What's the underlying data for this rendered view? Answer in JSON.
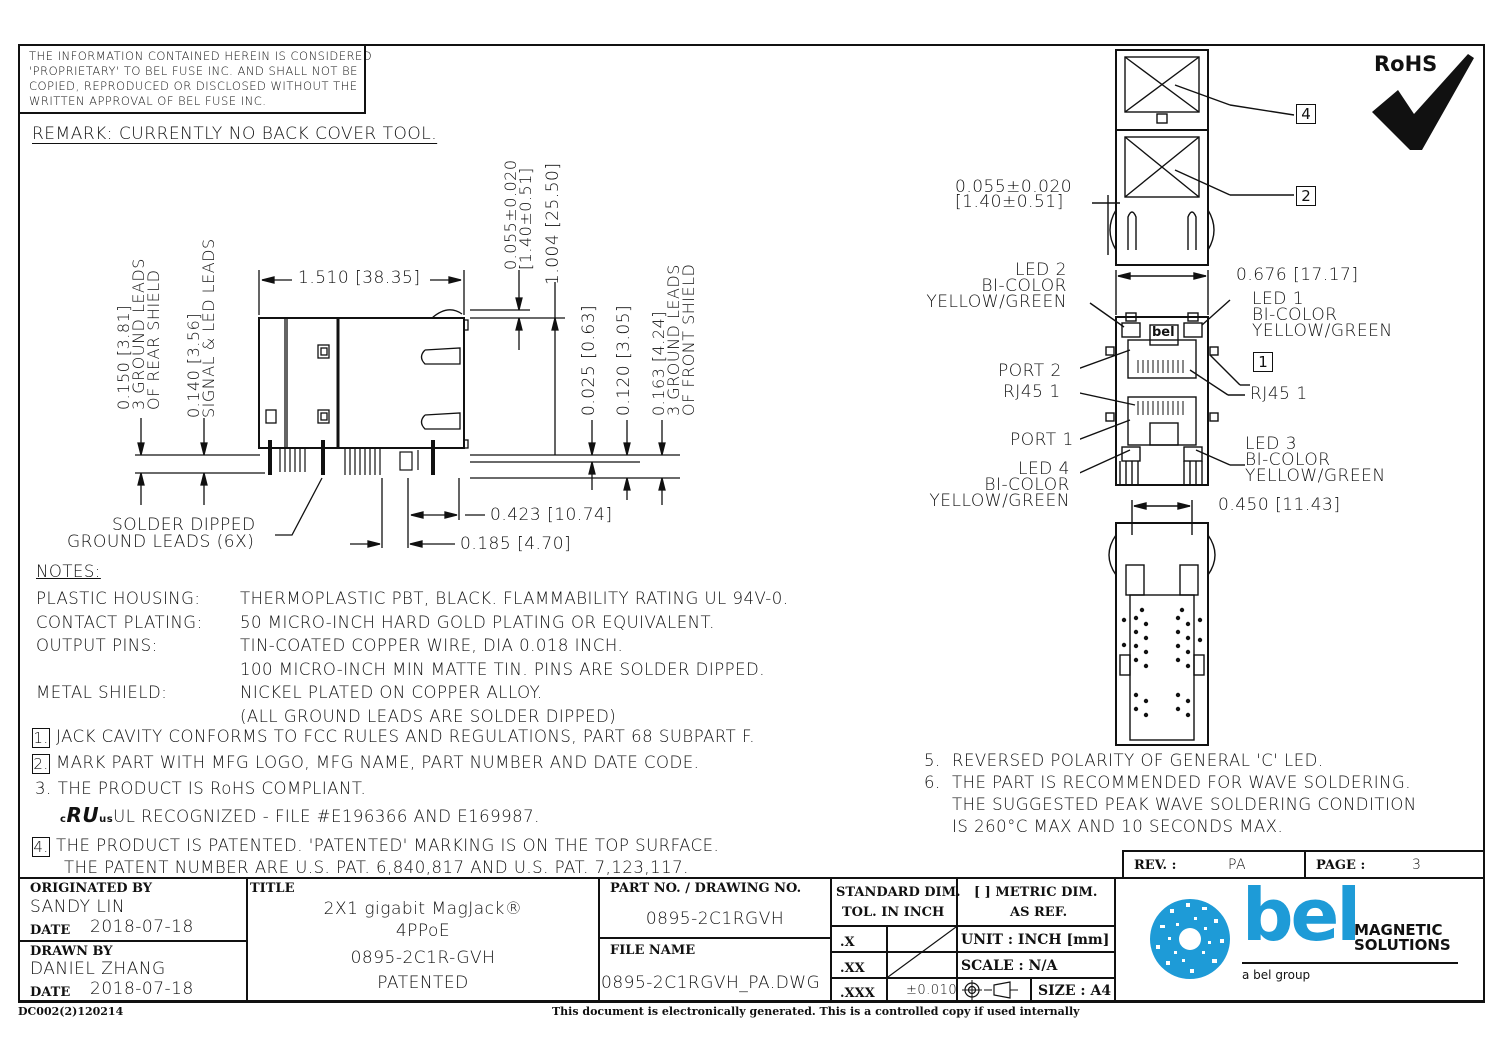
{
  "header": {
    "proprietary_notice": [
      "THE INFORMATION CONTAINED HEREIN IS CONSIDERED",
      "'PROPRIETARY' TO BEL FUSE INC. AND SHALL NOT BE",
      "COPIED, REPRODUCED OR DISCLOSED WITHOUT THE",
      "WRITTEN APPROVAL OF BEL FUSE INC."
    ],
    "remark": "REMARK: CURRENTLY NO BACK COVER TOOL.",
    "rohs_label": "RoHS"
  },
  "side_view": {
    "dims": {
      "length": "1.510 [38.35]",
      "shield_gap_1": "0.055±0.020",
      "shield_gap_2": "[1.40±0.51]",
      "height": "1.004 [25.50]",
      "rear_ground_1": "0.150 [3.81]",
      "rear_ground_2": "3 GROUND LEADS",
      "rear_ground_3": "OF REAR SHIELD",
      "signal_1": "0.140 [3.56]",
      "signal_2": "SIGNAL & LED LEADS",
      "standoff": "0.025 [0.63]",
      "pin_len": "0.120 [3.05]",
      "front_ground_1": "0.163 [4.24]",
      "front_ground_2": "3 GROUND LEADS",
      "front_ground_3": "OF FRONT SHIELD",
      "offset_a": "0.423 [10.74]",
      "offset_b": "0.185 [4.70]"
    },
    "solder_label_1": "SOLDER DIPPED",
    "solder_label_2": "GROUND LEADS (6X)"
  },
  "front_view": {
    "callouts": {
      "c4": "4",
      "c2": "2",
      "c1": "1"
    },
    "dims": {
      "gap_1": "0.055±0.020",
      "gap_2": "[1.40±0.51]",
      "width": "0.676 [17.17]",
      "pin_pitch": "0.450 [11.43]"
    },
    "labels": {
      "led2_1": "LED 2",
      "led2_2": "BI-COLOR",
      "led2_3": "YELLOW/GREEN",
      "led1_1": "LED 1",
      "led1_2": "BI-COLOR",
      "led1_3": "YELLOW/GREEN",
      "port2": "PORT 2",
      "rj45_left": "RJ45 1",
      "rj45_right": "RJ45 1",
      "port1": "PORT 1",
      "led3_1": "LED 3",
      "led3_2": "BI-COLOR",
      "led3_3": "YELLOW/GREEN",
      "led4_1": "LED 4",
      "led4_2": "BI-COLOR",
      "led4_3": "YELLOW/GREEN",
      "logo": "bel"
    }
  },
  "notes": {
    "heading": "NOTES:",
    "materials": [
      {
        "label": "PLASTIC HOUSING:",
        "value": "THERMOPLASTIC PBT, BLACK. FLAMMABILITY RATING UL 94V-0."
      },
      {
        "label": "CONTACT PLATING:",
        "value": "50 MICRO-INCH HARD GOLD PLATING OR EQUIVALENT."
      },
      {
        "label": "OUTPUT PINS:",
        "value": "TIN-COATED COPPER WIRE, DIA 0.018 INCH."
      },
      {
        "label": "",
        "value": "100 MICRO-INCH MIN MATTE TIN. PINS ARE SOLDER DIPPED."
      },
      {
        "label": "METAL SHIELD:",
        "value": "NICKEL PLATED ON COPPER ALLOY."
      },
      {
        "label": "",
        "value": "(ALL GROUND LEADS ARE SOLDER DIPPED)"
      }
    ],
    "items": [
      {
        "num": "1.",
        "boxed": true,
        "text": "JACK CAVITY CONFORMS TO FCC RULES AND REGULATIONS, PART 68 SUBPART F."
      },
      {
        "num": "2.",
        "boxed": true,
        "text": "MARK PART WITH MFG LOGO, MFG NAME, PART NUMBER AND DATE CODE."
      },
      {
        "num": "3.",
        "boxed": false,
        "text": "THE PRODUCT IS RoHS COMPLIANT."
      },
      {
        "num": "",
        "boxed": false,
        "text": "UL RECOGNIZED - FILE #E196366 AND E169987."
      },
      {
        "num": "4.",
        "boxed": true,
        "text": "THE PRODUCT IS PATENTED. 'PATENTED' MARKING IS ON THE TOP SURFACE."
      },
      {
        "num": "",
        "boxed": false,
        "text": "THE PATENT NUMBER ARE U.S. PAT. 6,840,817 AND U.S. PAT. 7,123,117."
      }
    ],
    "ul_mark": {
      "c": "c",
      "ru": "RU",
      "us": "us"
    },
    "right_items": [
      {
        "num": "5.",
        "text": "REVERSED POLARITY OF GENERAL 'C' LED."
      },
      {
        "num": "6.",
        "text": "THE PART IS RECOMMENDED FOR WAVE SOLDERING."
      },
      {
        "num": "",
        "text": "THE SUGGESTED PEAK WAVE SOLDERING CONDITION"
      },
      {
        "num": "",
        "text": "IS 260°C MAX AND 10 SECONDS MAX."
      }
    ]
  },
  "title_block": {
    "originated_by_label": "ORIGINATED BY",
    "originated_by": "SANDY LIN",
    "date_label": "DATE",
    "originated_date": "2018-07-18",
    "drawn_by_label": "DRAWN BY",
    "drawn_by": "DANIEL ZHANG",
    "drawn_date": "2018-07-18",
    "title_label": "TITLE",
    "title_line1": "2X1 gigabit MagJack®",
    "title_line2": "4PPoE",
    "title_line3": "0895-2C1R-GVH",
    "title_line4": "PATENTED",
    "part_no_label": "PART NO. / DRAWING NO.",
    "part_no": "0895-2C1RGVH",
    "file_name_label": "FILE NAME",
    "file_name": "0895-2C1RGVH_PA.DWG",
    "std_dim_label_1": "STANDARD DIM.",
    "std_dim_label_2": "TOL. IN INCH",
    "tol_x": ".X",
    "tol_xx": ".XX",
    "tol_xxx": ".XXX",
    "tol_xxx_val": "±0.010",
    "metric_label_1": "[ ] METRIC DIM.",
    "metric_label_2": "AS REF.",
    "unit": "UNIT : INCH [mm]",
    "scale": "SCALE : N/A",
    "size": "SIZE : A4",
    "rev_label": "REV. :",
    "rev": "PA",
    "page_label": "PAGE :",
    "page": "3",
    "brand": {
      "logo_text": "bel",
      "line1": "MAGNETIC",
      "line2": "SOLUTIONS",
      "tagline": "a bel group",
      "color": "#1e9bd7"
    }
  },
  "footer": {
    "form_code": "DC002(2)120214",
    "notice": "This document is electronically generated. This is a controlled copy if used internally"
  }
}
